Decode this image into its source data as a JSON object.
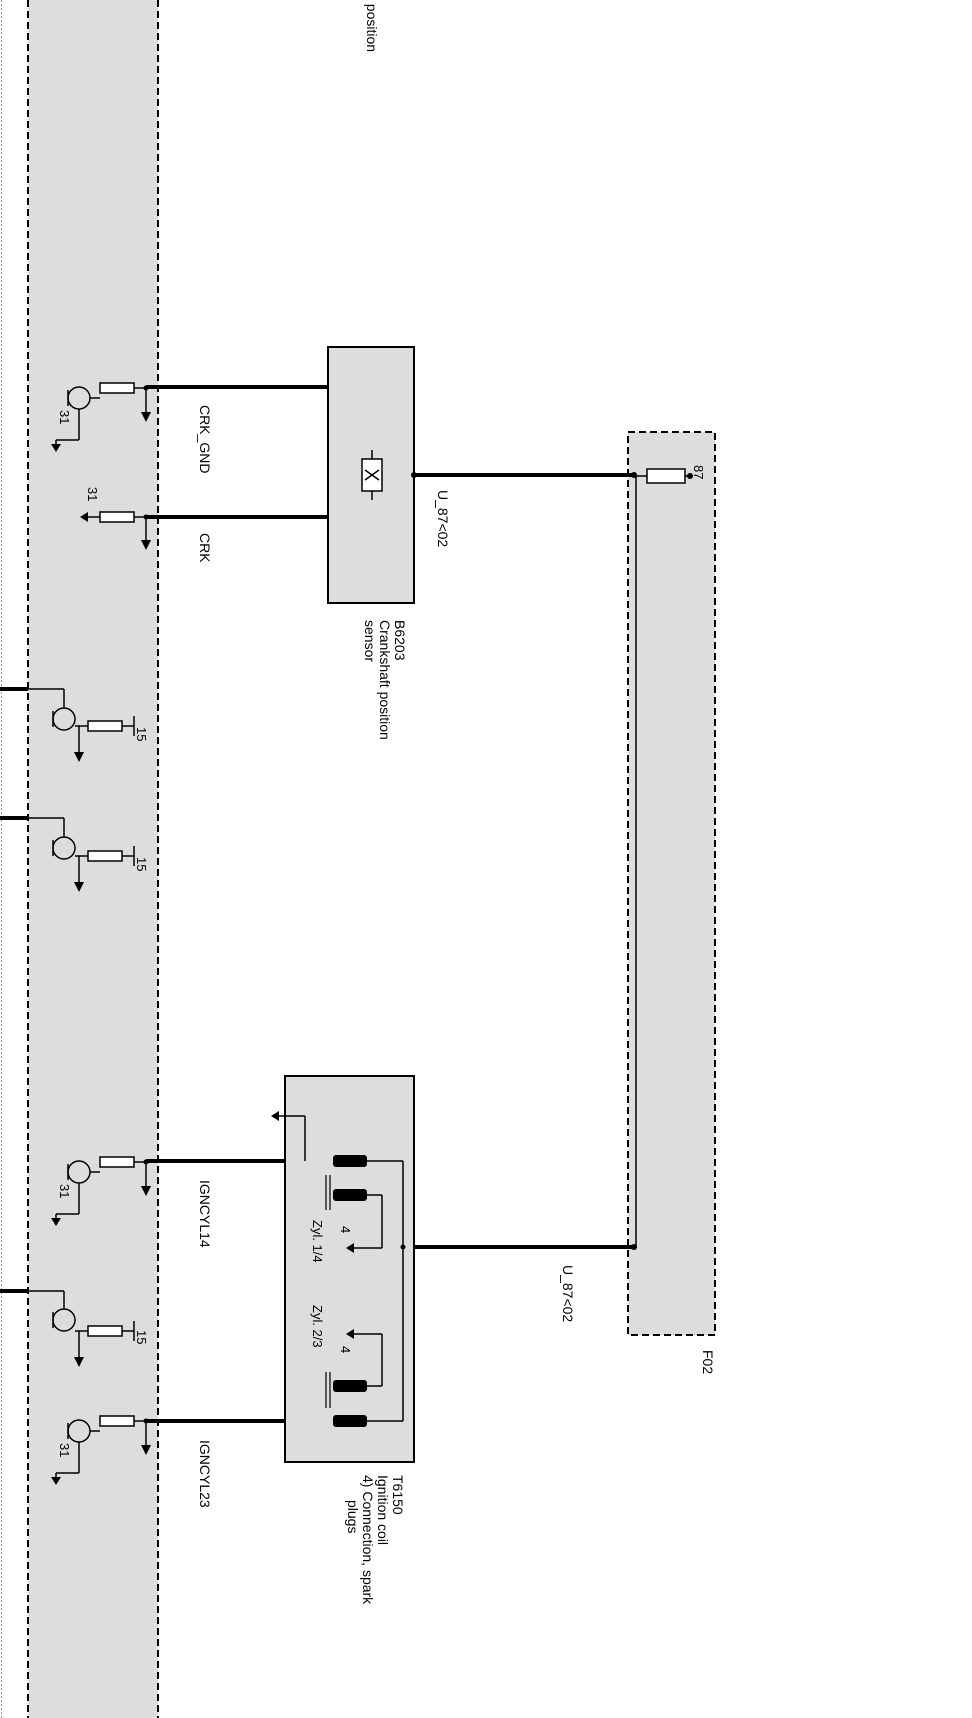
{
  "labels": {
    "top_clipped": "t position",
    "crk_gnd": "CRK_GND",
    "crk": "CRK",
    "u87_top": "U_87<02",
    "u87_bottom": "U_87<02",
    "b6203_id": "B6203",
    "b6203_name_1": "Crankshaft position",
    "b6203_name_2": "sensor",
    "f02_id": "F02",
    "f02_pin": "87",
    "igncyl14": "IGNCYL14",
    "igncyl23": "IGNCYL23",
    "t6150_id": "T6150",
    "t6150_name_1": "Ignition coil",
    "t6150_name_2": "4) Connection, spark",
    "t6150_name_3": "plugs",
    "zyl14": "Zyl. 1/4",
    "zyl23": "Zyl. 2/3",
    "coil_num_a": "4",
    "coil_num_b": "4",
    "pin31_a": "31",
    "pin31_b": "31",
    "pin31_c": "31",
    "pin31_d": "31",
    "pin15_a": "15",
    "pin15_b": "15",
    "pin15_c": "15"
  },
  "colors": {
    "module_fill": "#dddddd",
    "wire": "#000000",
    "background": "#ffffff"
  }
}
